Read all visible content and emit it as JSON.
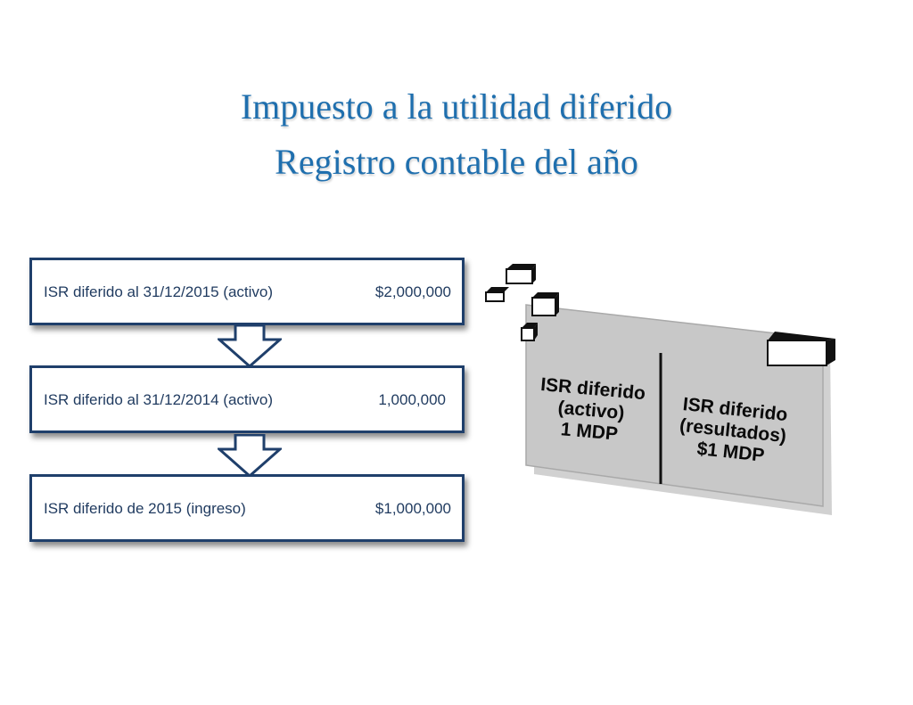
{
  "title": {
    "line1": "Impuesto a la utilidad diferido",
    "line2": "Registro contable del año"
  },
  "boxes": [
    {
      "label": "ISR diferido al 31/12/2015 (activo)",
      "amount": "$2,000,000"
    },
    {
      "label": "ISR diferido al 31/12/2014 (activo)",
      "amount": "1,000,000"
    },
    {
      "label": "ISR diferido de 2015 (ingreso)",
      "amount": "$1,000,000"
    }
  ],
  "t_account": {
    "left": {
      "line1": "ISR diferido",
      "line2": "(activo)",
      "line3": "1 MDP"
    },
    "right": {
      "line1": "ISR diferido",
      "line2": "(resultados)",
      "line3": "$1 MDP"
    }
  },
  "colors": {
    "title": "#1f6fae",
    "box_border": "#1f3f6b",
    "box_text": "#1f3a5f",
    "card_fill": "#c8c8c8"
  }
}
